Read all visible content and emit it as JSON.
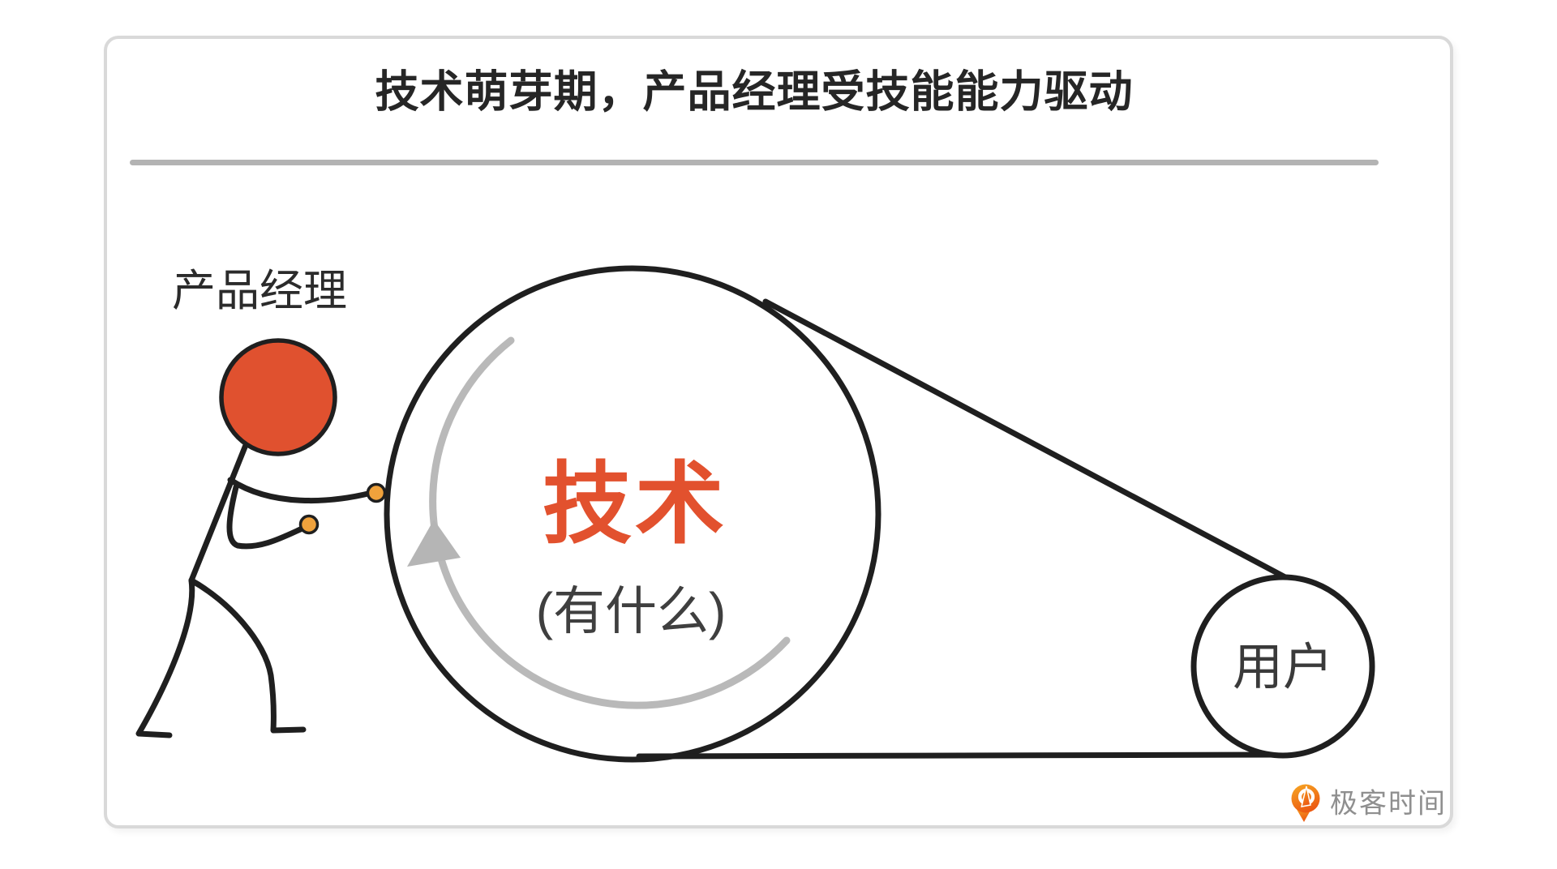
{
  "card": {
    "title": "技术萌芽期，产品经理受技能能力驱动"
  },
  "diagram": {
    "person_label": "产品经理",
    "wheel_main_label": "技术",
    "wheel_sub_label": "(有什么)",
    "user_label": "用户",
    "rotation_direction": "clockwise"
  },
  "colors": {
    "accent_orange": "#e2512e",
    "head_fill": "#e0512f",
    "hand_dot_orange": "#f0a23c",
    "ink_black": "#1f1f1f",
    "arrow_gray": "#b5b5b5",
    "divider_gray": "#b3b3b3",
    "card_border": "#d9d9d9",
    "brand_text_gray": "#8f8f8f",
    "logo_orange_top": "#f7a823",
    "logo_orange_bottom": "#ec5b13"
  },
  "footer": {
    "brand": "极客时间"
  }
}
